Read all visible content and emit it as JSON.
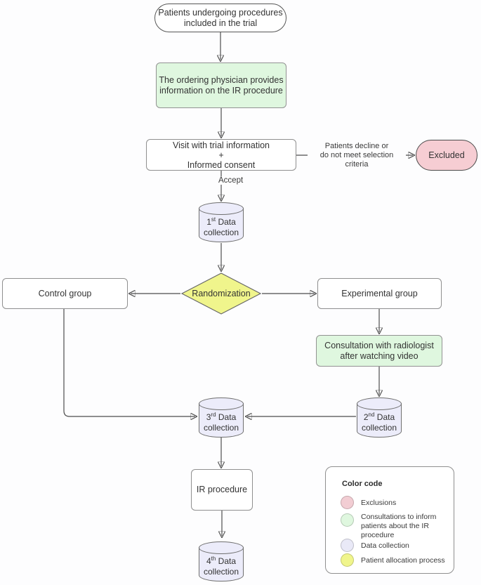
{
  "palette": {
    "exclusion": "#F6CDD3",
    "consultation": "#DFF7DF",
    "data_collection": "#ECECFA",
    "allocation": "#F0F58C"
  },
  "nodes": {
    "start": {
      "line1": "Patients undergoing procedures",
      "line2": "included in the trial"
    },
    "physician": {
      "line1": "The ordering physician provides",
      "line2": "information on the IR procedure"
    },
    "visit": {
      "line1": "Visit with trial information",
      "line2": "+",
      "line3": "Informed consent"
    },
    "excluded": {
      "label": "Excluded"
    },
    "dc1": {
      "num": "1",
      "sup": "st",
      "word1": "Data",
      "word2": "collection"
    },
    "randomization": {
      "label": "Randomization"
    },
    "control": {
      "label": "Control group"
    },
    "experimental": {
      "label": "Experimental group"
    },
    "consultation": {
      "line1": "Consultation with radiologist",
      "line2": "after watching video"
    },
    "dc2": {
      "num": "2",
      "sup": "nd",
      "word1": "Data",
      "word2": "collection"
    },
    "dc3": {
      "num": "3",
      "sup": "rd",
      "word1": "Data",
      "word2": "collection"
    },
    "ir": {
      "label": "IR procedure"
    },
    "dc4": {
      "num": "4",
      "sup": "th",
      "word1": "Data",
      "word2": "collection"
    }
  },
  "edges": {
    "accept_label": "Accept",
    "decline_line1": "Patients decline or",
    "decline_line2": "do not meet selection criteria"
  },
  "legend": {
    "title": "Color code",
    "items": [
      {
        "label": "Exclusions",
        "color": "#F2CDD3"
      },
      {
        "label": "Consultations to inform patients about the IR procedure",
        "color": "#DFF7DF"
      },
      {
        "label": "Data collection",
        "color": "#E9E9F7"
      },
      {
        "label": "Patient allocation process",
        "color": "#F0F58C"
      }
    ]
  }
}
